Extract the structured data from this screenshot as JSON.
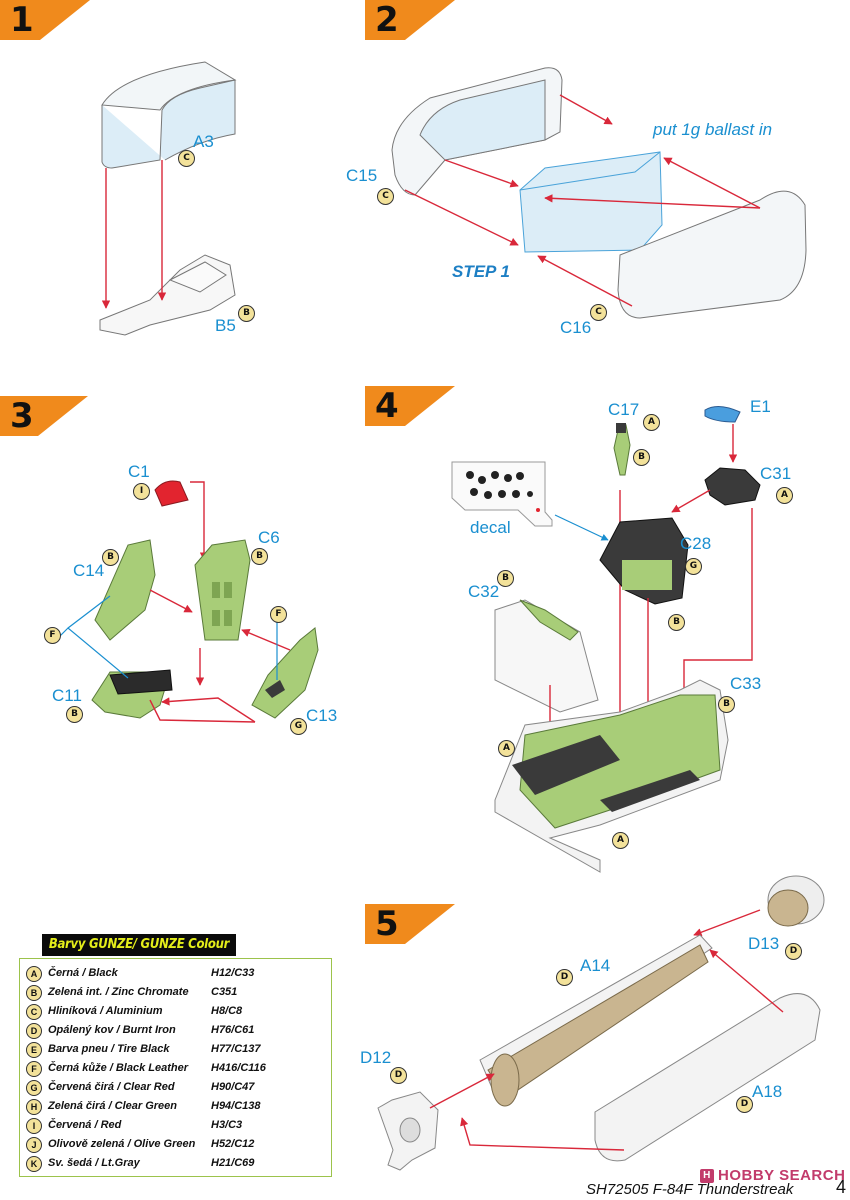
{
  "steps": [
    {
      "num": "1"
    },
    {
      "num": "2"
    },
    {
      "num": "3"
    },
    {
      "num": "4"
    },
    {
      "num": "5"
    }
  ],
  "labels": {
    "a3": "A3",
    "b5": "B5",
    "c15": "C15",
    "c16": "C16",
    "ballast": "put 1g ballast in",
    "step1": "STEP 1",
    "c1": "C1",
    "c6": "C6",
    "c14": "C14",
    "c11": "C11",
    "c13": "C13",
    "c17": "C17",
    "e1": "E1",
    "c31": "C31",
    "c28": "C28",
    "decal": "decal",
    "c32": "C32",
    "c33": "C33",
    "a14": "A14",
    "d13": "D13",
    "d12": "D12",
    "a18": "A18"
  },
  "badges": {
    "a3": "C",
    "b5": "B",
    "c15": "C",
    "c16": "C",
    "c1": "I",
    "c6": "B",
    "c14": "B",
    "f_left": "F",
    "f_right": "F",
    "c11": "B",
    "c13": "G",
    "c17_a": "A",
    "c17_b": "B",
    "c31": "A",
    "c28": "G",
    "c28_b": "B",
    "c32": "B",
    "c33": "B",
    "c33_a": "A",
    "a_bottom": "A",
    "a14": "D",
    "d13": "D",
    "d12": "D",
    "a18": "D"
  },
  "legend": {
    "title": "Barvy GUNZE/ GUNZE Colour No.",
    "rows": [
      {
        "key": "A",
        "name": "Černá / Black",
        "code": "H12/C33"
      },
      {
        "key": "B",
        "name": "Zelená int. / Zinc Chromate",
        "code": "C351"
      },
      {
        "key": "C",
        "name": "Hliníková / Aluminium",
        "code": "H8/C8"
      },
      {
        "key": "D",
        "name": "Opálený kov / Burnt Iron",
        "code": "H76/C61"
      },
      {
        "key": "E",
        "name": "Barva pneu / Tire Black",
        "code": "H77/C137"
      },
      {
        "key": "F",
        "name": "Černá kůže / Black Leather",
        "code": "H416/C116"
      },
      {
        "key": "G",
        "name": "Červená čirá / Clear Red",
        "code": "H90/C47"
      },
      {
        "key": "H",
        "name": "Zelená čirá / Clear Green",
        "code": "H94/C138"
      },
      {
        "key": "I",
        "name": "Červená / Red",
        "code": "H3/C3"
      },
      {
        "key": "J",
        "name": "Olivově zelená / Olive Green",
        "code": "H52/C12"
      },
      {
        "key": "K",
        "name": "Sv. šedá / Lt.Gray",
        "code": "H21/C69"
      }
    ]
  },
  "footer": {
    "title": "SH72505  F-84F Thunderstreak",
    "page": "4",
    "watermark_mark": "H",
    "watermark": "HOBBY SEARCH"
  },
  "colors": {
    "step_banner": "#f08a1c",
    "label_blue": "#1a8fd0",
    "arrow_red": "#d9283a",
    "zinc_green": "#a8cd78",
    "glass_blue": "#dcedf7",
    "burnt_iron": "#c9b590",
    "red_part": "#e2242f",
    "dark_part": "#3a3a3a",
    "legend_border": "#9cc34b"
  }
}
